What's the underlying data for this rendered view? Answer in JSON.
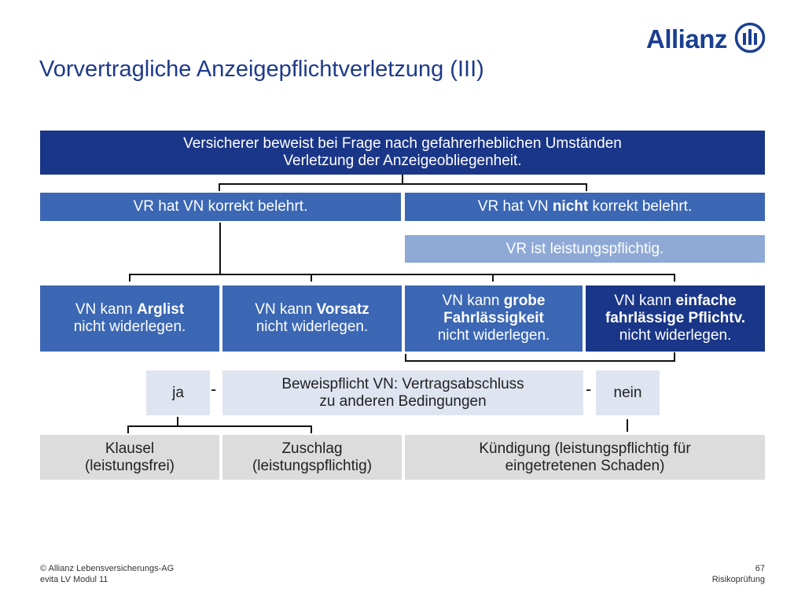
{
  "header": {
    "title": "Vorvertragliche Anzeigepflichtverletzung (III)",
    "logo_text": "Allianz"
  },
  "diagram": {
    "top": {
      "line1": "Versicherer beweist bei Frage nach gefahrerheblichen Umständen",
      "line2": "Verletzung der Anzeigeobliegenheit."
    },
    "left_branch": "VR hat VN korrekt belehrt.",
    "right_branch": {
      "pre": "VR hat VN ",
      "bold": "nicht",
      "post": " korrekt belehrt."
    },
    "right_result": "VR ist leistungspflichtig.",
    "cases": [
      {
        "pre": "VN kann ",
        "bold": "Arglist",
        "post": "nicht widerlegen."
      },
      {
        "pre": "VN kann ",
        "bold": "Vorsatz",
        "post": "nicht widerlegen."
      },
      {
        "pre": "VN kann ",
        "bold": "grobe Fahrlässigkeit",
        "post": "nicht widerlegen."
      },
      {
        "pre": "VN kann ",
        "bold": "einfache fahrlässige Pflichtv.",
        "post": "nicht widerlegen."
      }
    ],
    "ja": "ja",
    "beweis": {
      "line1": "Beweispflicht VN: Vertragsabschluss",
      "line2": "zu anderen Bedingungen"
    },
    "nein": "nein",
    "dash": "-",
    "outcomes": [
      {
        "line1": "Klausel",
        "line2": "(leistungsfrei)"
      },
      {
        "line1": "Zuschlag",
        "line2": "(leistungspflichtig)"
      },
      {
        "line1": "Kündigung (leistungspflichtig für",
        "line2": "eingetretenen Schaden)"
      }
    ]
  },
  "footer": {
    "company": "© Allianz Lebensversicherungs-AG",
    "module": "evita LV Modul 11",
    "page": "67",
    "section": "Risikoprüfung"
  },
  "colors": {
    "navy": "#1a3688",
    "mid_blue": "#3b67b4",
    "light_blue": "#8fa9d7",
    "pale_blue": "#dfe4f1",
    "grey": "#dcdcdc",
    "brand": "#1a3f91"
  }
}
